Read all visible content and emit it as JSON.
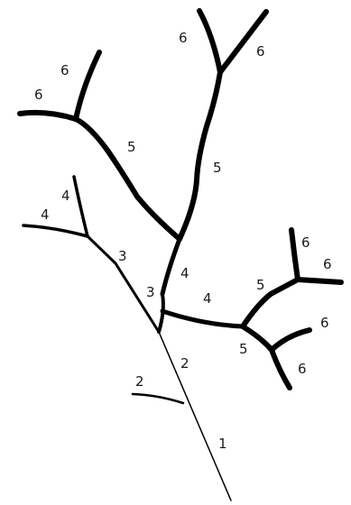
{
  "colors": {
    "branch": "#000000",
    "label": "#1a1a1a",
    "background": "#ffffff"
  },
  "labels": {
    "trunk": "1",
    "order2_right": "2",
    "order2_stub": "2",
    "order3_left": "3",
    "order3_center": "3",
    "order4_left_upper": "4",
    "order4_left_lower": "4",
    "order4_center": "4",
    "order4_right": "4",
    "order5_left": "5",
    "order5_center": "5",
    "order5_right_upper": "5",
    "order5_right_lower": "5",
    "order6_top_left": "6",
    "order6_top_right": "6",
    "order6_left_upper": "6",
    "order6_left_lower": "6",
    "order6_right_a": "6",
    "order6_right_b": "6",
    "order6_right_c": "6",
    "order6_right_d": "6"
  }
}
